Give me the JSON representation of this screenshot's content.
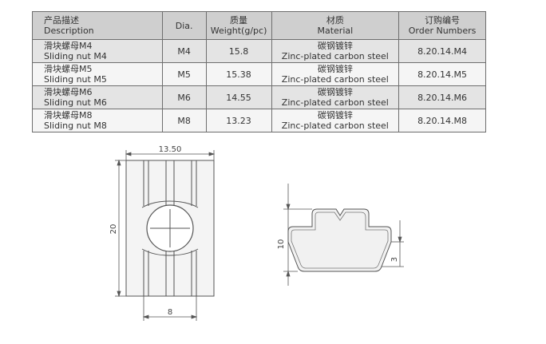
{
  "table": {
    "headers": [
      {
        "cn": "产品描述",
        "en": "Description"
      },
      {
        "cn": "",
        "en": "Dia."
      },
      {
        "cn": "质量",
        "en": "Weight(g/pc)"
      },
      {
        "cn": "材质",
        "en": "Material"
      },
      {
        "cn": "订购编号",
        "en": "Order Numbers"
      }
    ],
    "rows": [
      {
        "desc_cn": "滑块螺母M4",
        "desc_en": "Sliding nut M4",
        "dia": "M4",
        "weight": "15.8",
        "material_cn": "碳钢镀锌",
        "material_en": "Zinc-plated carbon steel",
        "order": "8.20.14.M4"
      },
      {
        "desc_cn": "滑块螺母M5",
        "desc_en": "Sliding nut M5",
        "dia": "M5",
        "weight": "15.38",
        "material_cn": "碳钢镀锌",
        "material_en": "Zinc-plated carbon steel",
        "order": "8.20.14.M5"
      },
      {
        "desc_cn": "滑块螺母M6",
        "desc_en": "Sliding nut M6",
        "dia": "M6",
        "weight": "14.55",
        "material_cn": "碳钢镀锌",
        "material_en": "Zinc-plated carbon steel",
        "order": "8.20.14.M6"
      },
      {
        "desc_cn": "滑块螺母M8",
        "desc_en": "Sliding nut M8",
        "dia": "M8",
        "weight": "13.23",
        "material_cn": "碳钢镀锌",
        "material_en": "Zinc-plated carbon steel",
        "order": "8.20.14.M8"
      }
    ]
  },
  "drawing": {
    "dim_width_top": "13.50",
    "dim_height_left": "20",
    "dim_width_bottom": "8",
    "dim_height_profile": "10",
    "dim_height_small": "3"
  }
}
